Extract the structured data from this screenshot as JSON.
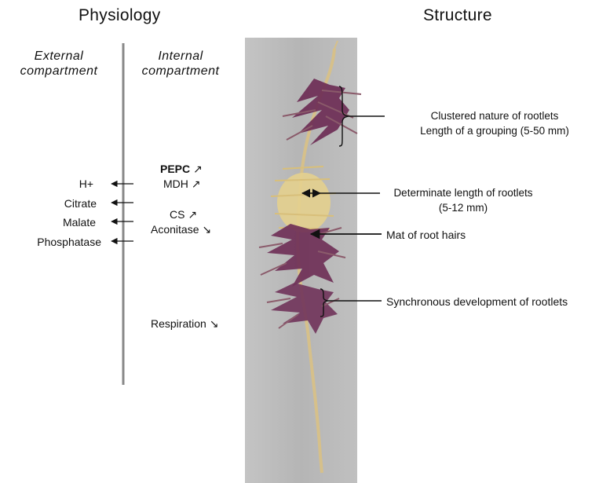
{
  "headings": {
    "physiology": "Physiology",
    "structure": "Structure"
  },
  "compartments": {
    "external": [
      "External",
      "compartment"
    ],
    "internal": [
      "Internal",
      "compartment"
    ]
  },
  "secreted": [
    "H+",
    "Citrate",
    "Malate",
    "Phosphatase"
  ],
  "enzymes": [
    {
      "name": "PEPC",
      "trend": "↗",
      "bold": true
    },
    {
      "name": "MDH",
      "trend": "↗",
      "bold": false
    },
    {
      "name": "CS",
      "trend": "↗",
      "bold": false
    },
    {
      "name": "Aconitase",
      "trend": "↘",
      "bold": false
    },
    {
      "name": "Respiration",
      "trend": "↘",
      "bold": false
    }
  ],
  "structure_labels": {
    "clustered": [
      "Clustered nature of rootlets",
      "Length of a grouping (5-50 mm)"
    ],
    "determinate": [
      "Determinate length of rootlets",
      "(5-12 mm)"
    ],
    "mat": "Mat of root hairs",
    "synchronous": "Synchronous development of rootlets"
  },
  "colors": {
    "photo_background": "#b7b7b7",
    "root": "#d9c48e",
    "rootlet_purple": "#6e2f55",
    "rootlet_tan": "#e5d08a",
    "divider": "#888888"
  }
}
